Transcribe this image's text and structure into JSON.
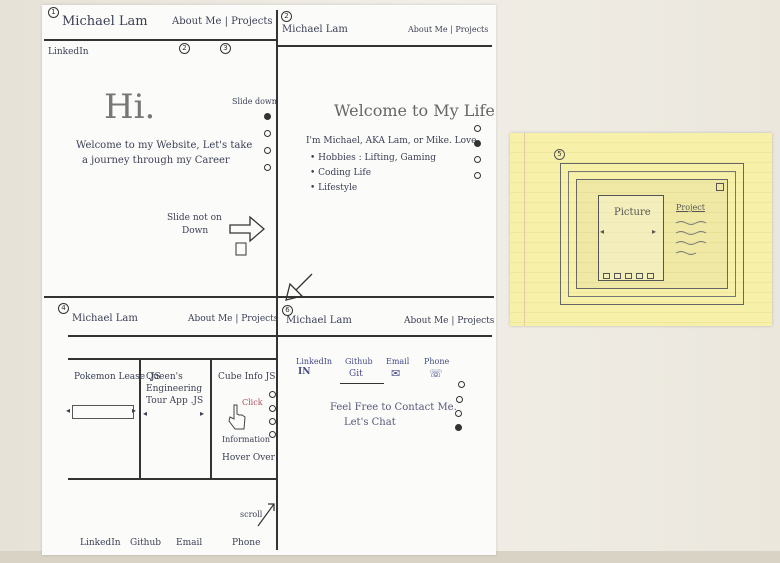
{
  "q1": {
    "num": "1",
    "header_name": "Michael Lam",
    "header_nav": "About Me | Projects",
    "nav_num_a": "2",
    "nav_num_b": "3",
    "linkedin": "LinkedIn",
    "greeting": "Hi.",
    "slide_hint": "Slide down",
    "intro_line1": "Welcome to my Website, Let's take",
    "intro_line2": "a journey through my Career",
    "slide_line1": "Slide not on",
    "slide_line2": "Down"
  },
  "q2": {
    "num": "2",
    "header_name": "Michael Lam",
    "header_nav": "About Me | Projects",
    "title": "Welcome to My Life",
    "intro": "I'm Michael, AKA Lam, or Mike. Love",
    "bullets": [
      "• Hobbies : Lifting, Gaming",
      "• Coding Life",
      "• Lifestyle"
    ]
  },
  "q3": {
    "num": "4",
    "header_name": "Michael Lam",
    "header_nav": "About Me | Projects",
    "card1": "Pokemon Lease .JS",
    "card2_line1": "Queen's",
    "card2_line2": "Engineering",
    "card2_line3": "Tour App .JS",
    "card3": "Cube Info JS",
    "card3_extra": "Click",
    "card3_note1": "Information",
    "card3_note2": "Hover Over",
    "scroll": "scroll",
    "footer": [
      "LinkedIn",
      "Github",
      "Email",
      "Phone"
    ]
  },
  "q4": {
    "num": "6",
    "header_name": "Michael Lam",
    "header_nav": "About Me | Projects",
    "contacts": [
      {
        "label": "LinkedIn",
        "glyph": "IN"
      },
      {
        "label": "Github",
        "glyph": "Git"
      },
      {
        "label": "Email",
        "glyph": "✉"
      },
      {
        "label": "Phone",
        "glyph": "☏"
      }
    ],
    "contact_line1": "Feel Free to Contact Me.",
    "contact_line2": "Let's Chat"
  },
  "sticky": {
    "num": "5",
    "picture": "Picture",
    "project": "Project"
  }
}
